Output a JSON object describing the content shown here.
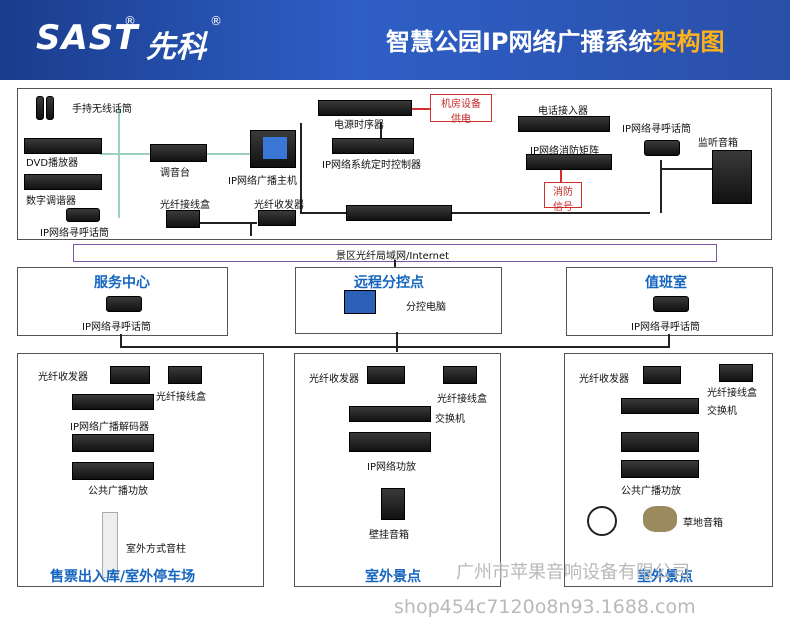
{
  "header": {
    "logo": "SAST",
    "logo_reg": "®",
    "logo_cn": "先科",
    "title_main": "智慧公园IP网络广播系统",
    "title_hl": "架构图"
  },
  "top": {
    "mic": "手持无线话筒",
    "dvd": "DVD播放器",
    "tuner": "数字调谐器",
    "paging1": "IP网络寻呼话筒",
    "mixer": "调音台",
    "host": "IP网络广播主机",
    "power_seq": "电源时序器",
    "timer": "IP网络系统定时控制器",
    "room_power": [
      "机房设备",
      "供电"
    ],
    "phone": "电话接入器",
    "fire_matrix": "IP网络消防矩阵",
    "fire_signal": [
      "消防",
      "信号"
    ],
    "paging_top": "IP网络寻呼话筒",
    "monitor": "监听音箱",
    "fiber_box": "光纤接线盒",
    "fiber_trx": "光纤收发器"
  },
  "lan": "景区光纤局域网/Internet",
  "sections": {
    "service": {
      "title": "服务中心",
      "device": "IP网络寻呼话筒"
    },
    "remote": {
      "title": "远程分控点",
      "device": "分控电脑"
    },
    "duty": {
      "title": "值班室",
      "device": "IP网络寻呼话筒"
    }
  },
  "bottom": {
    "left": {
      "trx": "光纤收发器",
      "box": "光纤接线盒",
      "decoder": "IP网络广播解码器",
      "amp": "公共广播功放",
      "speaker": "室外方式音柱",
      "caption": "售票出入库/室外停车场"
    },
    "mid": {
      "trx": "光纤收发器",
      "box": "光纤接线盒",
      "switch": "交换机",
      "amp": "IP网络功放",
      "speaker": "壁挂音箱",
      "caption": "室外景点"
    },
    "right": {
      "trx": "光纤收发器",
      "box": "光纤接线盒",
      "switch": "交换机",
      "amp": "公共广播功放",
      "speaker": "草地音箱",
      "caption": "室外景点"
    }
  },
  "watermark": {
    "company": "广州市苹果音响设备有限公司",
    "shop": "shop454c7120o8n93.1688.com"
  }
}
